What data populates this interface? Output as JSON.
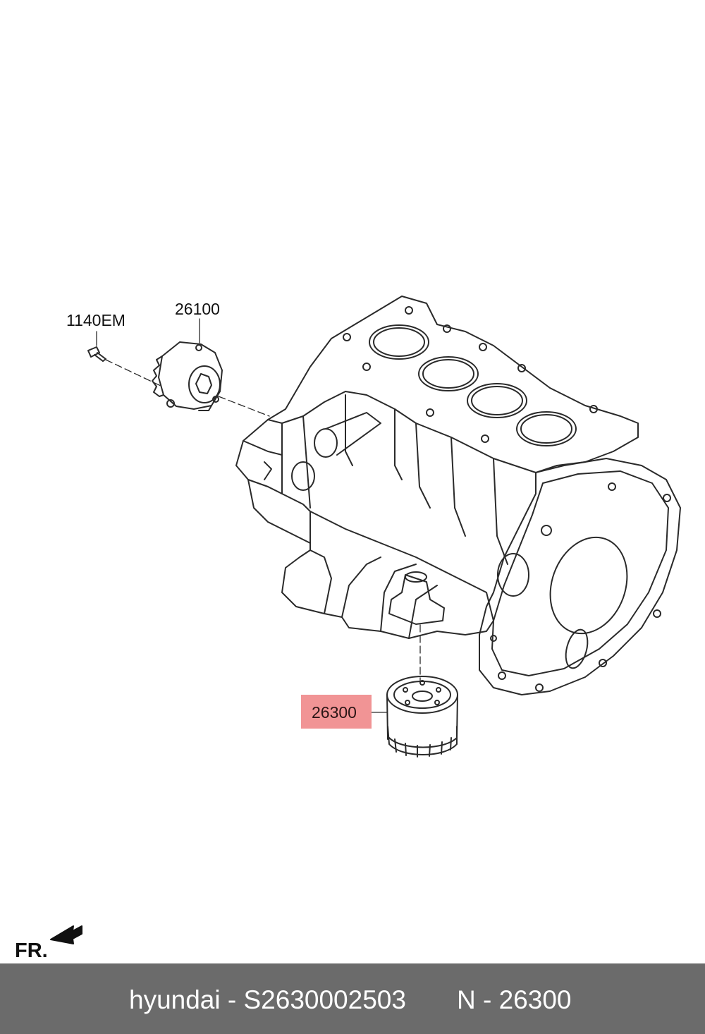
{
  "callouts": {
    "bolt": "1140EM",
    "oil_pump": "26100",
    "oil_filter": "26300"
  },
  "orientation": {
    "label": "FR."
  },
  "footer": {
    "part_info": "hyundai - S2630002503",
    "reference": "N - 26300"
  },
  "colors": {
    "highlight": "#f0888a",
    "footer_bg": "#6b6b6b",
    "footer_text": "#ffffff",
    "line": "#2a2a2a"
  }
}
